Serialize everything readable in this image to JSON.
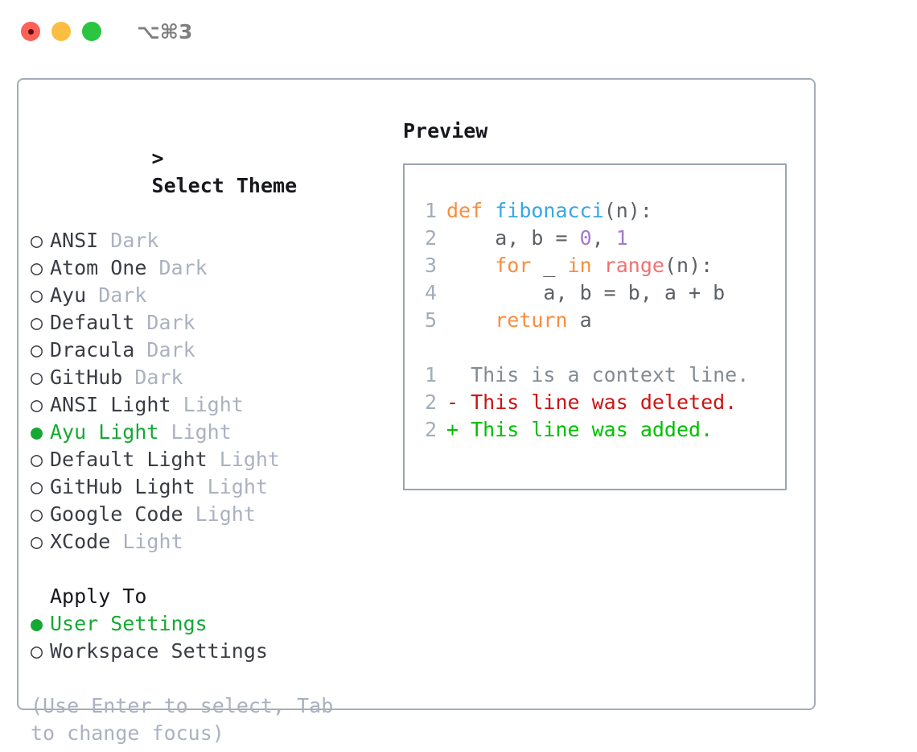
{
  "titlebar": {
    "shortcut": "⌥⌘3",
    "dots": [
      "close-dot",
      "minimize-dot",
      "maximize-dot"
    ]
  },
  "theme_picker": {
    "heading": "Select Theme",
    "caret": ">",
    "marker_selected": "●",
    "marker_unselected": "○",
    "items": [
      {
        "label": "ANSI",
        "variant": "Dark",
        "selected": false
      },
      {
        "label": "Atom One",
        "variant": "Dark",
        "selected": false
      },
      {
        "label": "Ayu",
        "variant": "Dark",
        "selected": false
      },
      {
        "label": "Default",
        "variant": "Dark",
        "selected": false
      },
      {
        "label": "Dracula",
        "variant": "Dark",
        "selected": false
      },
      {
        "label": "GitHub",
        "variant": "Dark",
        "selected": false
      },
      {
        "label": "ANSI Light",
        "variant": "Light",
        "selected": false
      },
      {
        "label": "Ayu Light",
        "variant": "Light",
        "selected": true
      },
      {
        "label": "Default Light",
        "variant": "Light",
        "selected": false
      },
      {
        "label": "GitHub Light",
        "variant": "Light",
        "selected": false
      },
      {
        "label": "Google Code",
        "variant": "Light",
        "selected": false
      },
      {
        "label": "XCode",
        "variant": "Light",
        "selected": false
      }
    ]
  },
  "apply_to": {
    "heading": "Apply To",
    "items": [
      {
        "label": "User Settings",
        "selected": true
      },
      {
        "label": "Workspace Settings",
        "selected": false
      }
    ]
  },
  "hint": "(Use Enter to select, Tab to change focus)",
  "preview": {
    "title": "Preview",
    "code_lines": [
      {
        "num": "1",
        "tokens": [
          {
            "t": "def ",
            "c": "kw"
          },
          {
            "t": "fibonacci",
            "c": "fn"
          },
          {
            "t": "(n):",
            "c": "txt"
          }
        ]
      },
      {
        "num": "2",
        "tokens": [
          {
            "t": "    a, b = ",
            "c": "txt"
          },
          {
            "t": "0",
            "c": "num"
          },
          {
            "t": ", ",
            "c": "txt"
          },
          {
            "t": "1",
            "c": "num"
          }
        ]
      },
      {
        "num": "3",
        "tokens": [
          {
            "t": "    ",
            "c": "txt"
          },
          {
            "t": "for",
            "c": "kw"
          },
          {
            "t": " _ ",
            "c": "txt"
          },
          {
            "t": "in",
            "c": "kw"
          },
          {
            "t": " ",
            "c": "txt"
          },
          {
            "t": "range",
            "c": "call"
          },
          {
            "t": "(n):",
            "c": "txt"
          }
        ]
      },
      {
        "num": "4",
        "tokens": [
          {
            "t": "        a, b = b, a + b",
            "c": "txt"
          }
        ]
      },
      {
        "num": "5",
        "tokens": [
          {
            "t": "    ",
            "c": "txt"
          },
          {
            "t": "return",
            "c": "kw"
          },
          {
            "t": " a",
            "c": "txt"
          }
        ]
      }
    ],
    "diff_lines": [
      {
        "num": "1",
        "tokens": [
          {
            "t": "  This is a context line.",
            "c": "ctx"
          }
        ]
      },
      {
        "num": "2",
        "tokens": [
          {
            "t": "- This line was deleted.",
            "c": "del"
          }
        ]
      },
      {
        "num": "2",
        "tokens": [
          {
            "t": "+ This line was added.",
            "c": "add"
          }
        ]
      }
    ]
  },
  "colors": {
    "accent_green": "#16a834",
    "keyword_orange": "#fa8d3e",
    "function_blue": "#36a7e3",
    "call_red": "#f07171",
    "number_purple": "#a37acc",
    "variant_gray": "#aab2c0",
    "diff_deleted": "#cc1414",
    "diff_added": "#00c000",
    "border": "#a3acbb"
  }
}
